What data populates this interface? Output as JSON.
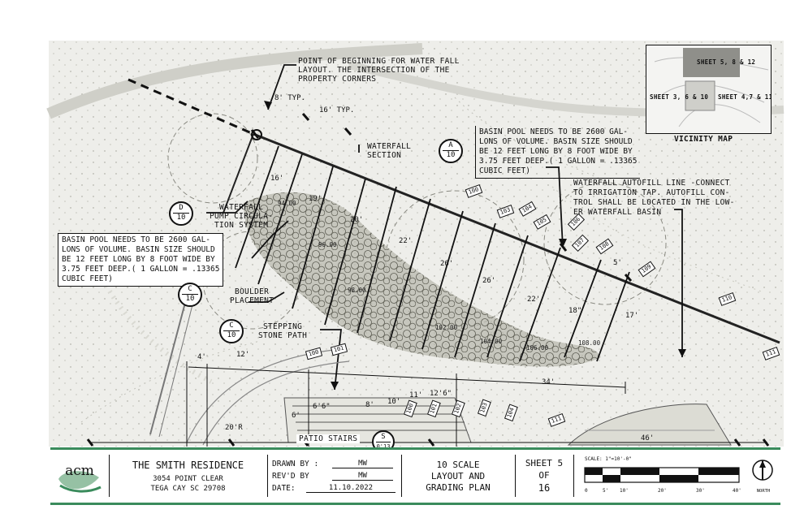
{
  "callouts": {
    "point_of_beginning": "POINT OF BEGINNING FOR WATER FALL\nLAYOUT. THE INTERSECTION OF THE\nPROPERTY CORNERS",
    "basin_upper": "BASIN POOL NEEDS TO BE 2600 GAL-\nLONS OF VOLUME. BASIN SIZE SHOULD\nBE 12 FEET LONG BY 8 FOOT WIDE BY\n3.75 FEET DEEP.( 1 GALLON = .13365\nCUBIC FEET)",
    "basin_left": "BASIN POOL NEEDS TO BE 2600 GAL-\nLONS OF VOLUME. BASIN SIZE SHOULD\nBE 12 FEET LONG BY 8 FOOT WIDE BY\n3.75 FEET DEEP.( 1 GALLON = .13365\nCUBIC FEET)",
    "autofill": "WATERFALL AUTOFILL LINE -CONNECT\nTO IRRIGATION TAP. AUTOFILL CON-\nTROL SHALL BE LOCATED IN THE LOW-\nER WATERFALL BASIN",
    "waterfall_section": "WATERFALL\nSECTION",
    "pump": "WATERFALL\nPUMP CIRCULA-\nTION SYSTEM",
    "boulder": "BOULDER\nPLACEMENT",
    "stepping": "STEPPING\nSTONE PATH",
    "patio_stairs": "PATIO STAIRS"
  },
  "bubbles": {
    "a": {
      "top": "A",
      "bottom": "10"
    },
    "d": {
      "top": "D",
      "bottom": "10"
    },
    "c1": {
      "top": "C",
      "bottom": "10"
    },
    "c2": {
      "top": "C",
      "bottom": "10"
    },
    "s": {
      "top": "S",
      "bottom": "0'13"
    }
  },
  "dimensions": {
    "typ1": "8' TYP.",
    "typ2": "16' TYP.",
    "d16": "16'",
    "d19": "19'",
    "d20": "20'",
    "d22": "22'",
    "d26a": "26'",
    "d26b": "26'",
    "d22b": "22'",
    "d18": "18\"",
    "d5": "5'",
    "d17": "17'",
    "d4": "4'",
    "d12": "12'",
    "d34": "34'",
    "d12_6": "12'6\"",
    "d11": "11'",
    "d10": "10'",
    "d8": "8'",
    "d6_6": "6'6\"",
    "d6": "6'",
    "d20r": "20'R",
    "d46": "46'"
  },
  "elevations": [
    "94.00",
    "96.00",
    "98.00",
    "102.00",
    "104.00",
    "106.00",
    "108.00"
  ],
  "tags": [
    "100",
    "103",
    "104",
    "105",
    "106",
    "107",
    "108",
    "109",
    "110",
    "111",
    "100",
    "101",
    "100",
    "101",
    "102",
    "103",
    "104",
    "110",
    "111"
  ],
  "vicinity": {
    "sheet_top": "SHEET 5, 8 & 12",
    "sheet_left": "SHEET 3, 6 & 10",
    "sheet_right": "SHEET 4,7 & 11",
    "caption": "VICINITY MAP"
  },
  "title_block": {
    "logo": "acm",
    "project": "THE SMITH RESIDENCE",
    "address1": "3054 POINT CLEAR",
    "address2": "TEGA CAY SC 29708",
    "drawn_by_label": "DRAWN BY :",
    "drawn_by": "MW",
    "revd_by_label": "REV'D BY",
    "revd_by": "MW",
    "date_label": "DATE:",
    "date": "11.10.2022",
    "scale_title": "10 SCALE\nLAYOUT AND\nGRADING PLAN",
    "sheet_label": "SHEET 5",
    "sheet_of": "OF",
    "sheet_total": "16",
    "scale_caption": "SCALE: 1\"=10'-0\"",
    "scale_ticks": [
      "0",
      "5'",
      "10'",
      "20'",
      "30'",
      "40'"
    ],
    "north": "NORTH"
  },
  "colors": {
    "accent_green": "#3a8b5c",
    "ink": "#111111",
    "paper": "#eeeeea"
  }
}
